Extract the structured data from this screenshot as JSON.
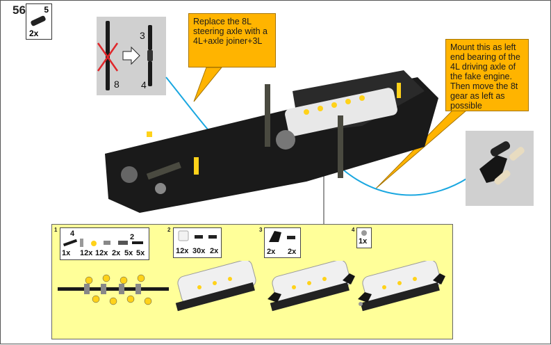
{
  "step": {
    "number": "56",
    "parts": {
      "length": "5",
      "qty": "2x"
    }
  },
  "replace_panel": {
    "old_length": "8",
    "new_top_length": "3",
    "new_bottom_length": "4"
  },
  "callouts": {
    "steering": "Replace the 8L steering axle with a 4L+axle joiner+3L",
    "bearing": "Mount this as left end bearing of the 4L driving axle of the fake engine. Then move the 8t gear as left as possible"
  },
  "substeps": [
    {
      "label": "1",
      "parts_top": [
        "4",
        "2"
      ],
      "quantities": [
        "1x",
        "12x",
        "12x",
        "2x",
        "5x",
        "5x"
      ]
    },
    {
      "label": "2",
      "quantities": [
        "12x",
        "30x",
        "2x"
      ]
    },
    {
      "label": "3",
      "quantities": [
        "2x",
        "2x"
      ]
    },
    {
      "label": "4",
      "quantities": [
        "1x"
      ]
    }
  ],
  "colors": {
    "callout": "#ffb400",
    "substep_bg": "#ffff99",
    "panel_grey": "#d0d0d0",
    "arrow_blue": "#1aa7e0"
  }
}
